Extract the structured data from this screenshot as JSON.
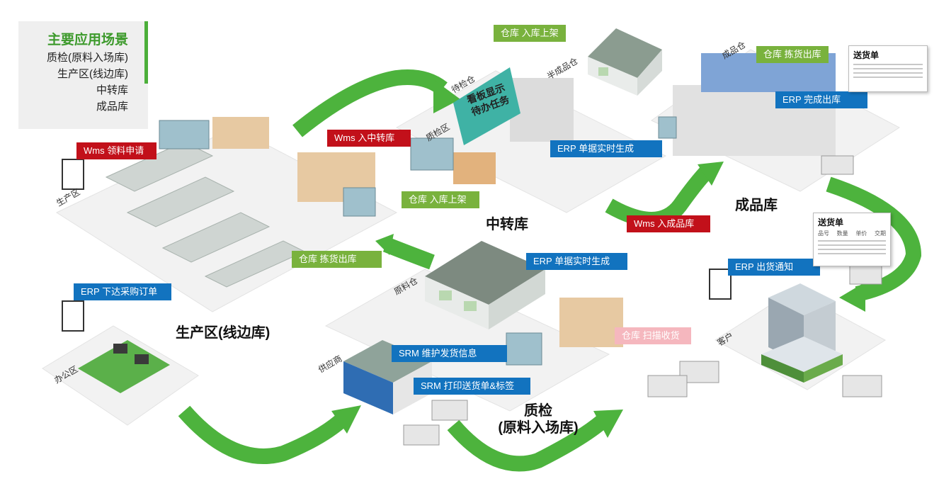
{
  "legend": {
    "title": "主要应用场景",
    "items": [
      "质检(原料入场库)",
      "生产区(线边库)",
      "中转库",
      "成品库"
    ]
  },
  "labels": {
    "wms_material_request": "Wms 领料申请",
    "wms_to_transfer": "Wms 入中转库",
    "wms_to_finished": "Wms 入成品库",
    "warehouse_putaway_top": "仓库 入库上架",
    "warehouse_putaway_mid": "仓库 入库上架",
    "warehouse_pick_top": "仓库 拣货出库",
    "warehouse_pick_mid": "仓库 拣货出库",
    "warehouse_scan_receive": "仓库 扫描收货",
    "erp_complete_out": "ERP 完成出库",
    "erp_doc_gen_top": "ERP 单据实时生成",
    "erp_doc_gen_mid": "ERP 单据实时生成",
    "erp_ship_notice": "ERP 出货通知",
    "erp_purchase_order": "ERP 下达采购订单",
    "srm_maintain_ship": "SRM 维护发货信息",
    "srm_print_labels": "SRM 打印送货单&标签"
  },
  "zones": {
    "production": "生产区(线边库)",
    "transfer": "中转库",
    "finished": "成品库",
    "qc_line1": "质检",
    "qc_line2": "(原料入场库)"
  },
  "area_tags": {
    "production_area": "生产区",
    "office_area": "办公区",
    "supplier": "供应商",
    "raw_material": "原料仓",
    "qc_area": "质检区",
    "semi_finished": "半成品仓",
    "pending_area": "待检仓",
    "finished_warehouse": "成品仓",
    "customer": "客户"
  },
  "board": {
    "line1": "看板显示",
    "line2": "待办任务"
  },
  "delivery_note": {
    "title": "送货单",
    "columns": [
      "品号",
      "数量",
      "单价",
      "交期"
    ]
  },
  "colors": {
    "arrow": "#4db33d",
    "red_label": "#c2101a",
    "blue_label": "#1273bf",
    "green_label": "#79b23d",
    "pink_label": "#f5b7be",
    "legend_accent": "#4caf3a"
  }
}
